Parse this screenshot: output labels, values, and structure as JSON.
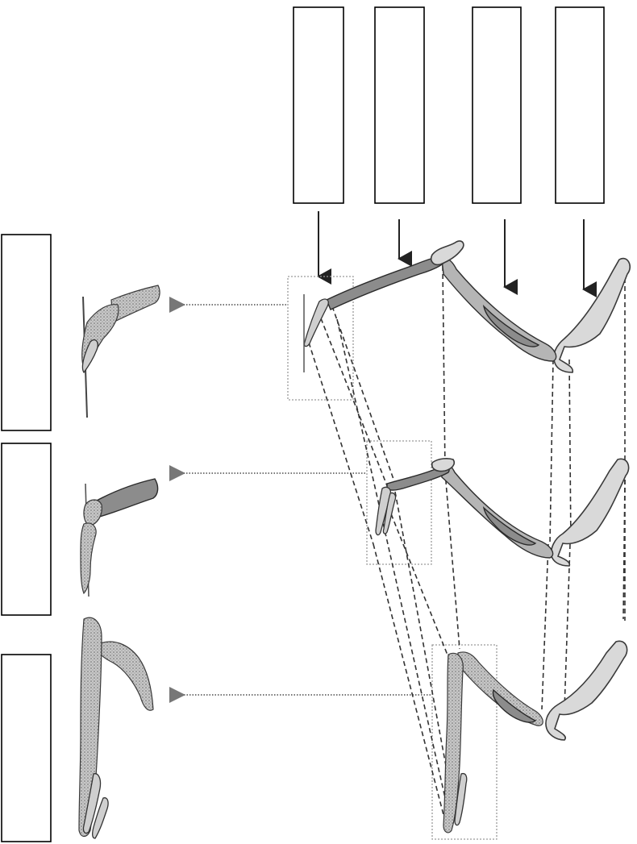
{
  "figure": {
    "top_label_boxes": [
      "",
      "",
      "",
      ""
    ],
    "left_label_boxes": [
      "",
      "",
      ""
    ],
    "rows": [
      {
        "stage": "forelimb-1",
        "detail": "autopod-close-up-1"
      },
      {
        "stage": "forelimb-2",
        "detail": "autopod-close-up-2"
      },
      {
        "stage": "forelimb-3",
        "detail": "autopod-close-up-3"
      }
    ],
    "colors": {
      "outline": "#000000",
      "bone_fill": "#d9d9d9",
      "bone_dark": "#8c8c8c",
      "guide": "#777777"
    },
    "icons": [
      "down-arrow-icon",
      "left-arrow-icon"
    ]
  }
}
